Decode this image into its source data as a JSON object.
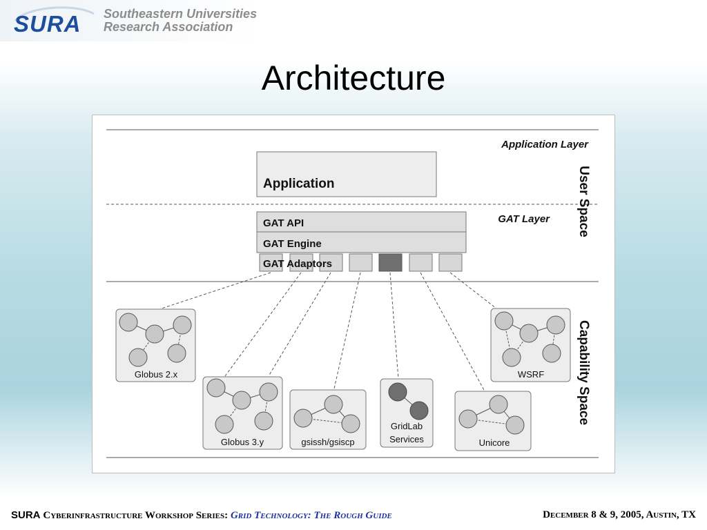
{
  "header": {
    "logo_text": "SURA",
    "org_line1": "Southeastern Universities",
    "org_line2": "Research Association"
  },
  "title": "Architecture",
  "diagram": {
    "layers": {
      "application_layer": "Application Layer",
      "gat_layer": "GAT Layer",
      "user_space": "User Space",
      "capability_space": "Capability Space"
    },
    "application_box": "Application",
    "gat_api": "GAT API",
    "gat_engine": "GAT Engine",
    "gat_adaptors": "GAT Adaptors",
    "capabilities": [
      {
        "label": "Globus 2.x"
      },
      {
        "label": "Globus 3.y"
      },
      {
        "label": "gsissh/gsiscp"
      },
      {
        "label1": "GridLab",
        "label2": "Services"
      },
      {
        "label": "Unicore"
      },
      {
        "label": "WSRF"
      }
    ],
    "colors": {
      "box_fill": "#ededed",
      "adaptor_fill": "#d7d7d7",
      "adaptor_dark": "#6f6f6f",
      "node_fill": "#c8c8c8",
      "node_dark": "#6f6f6f"
    }
  },
  "footer": {
    "sura": "SURA",
    "series": "Cyberinfrastructure Workshop Series:",
    "guide": "Grid Technology: The Rough Guide",
    "date": "December 8 & 9, 2005, Austin, TX"
  }
}
